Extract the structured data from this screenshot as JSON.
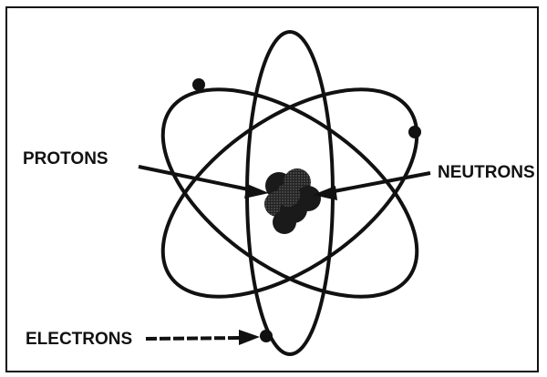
{
  "diagram": {
    "labels": {
      "protons": "PROTONS",
      "neutrons": "NEUTRONS",
      "electrons": "ELECTRONS"
    },
    "colors": {
      "ink": "#111111",
      "background": "#ffffff",
      "nucleus_particle": "#1a1a1a",
      "nucleus_speckle": "#5a5a5a"
    }
  }
}
